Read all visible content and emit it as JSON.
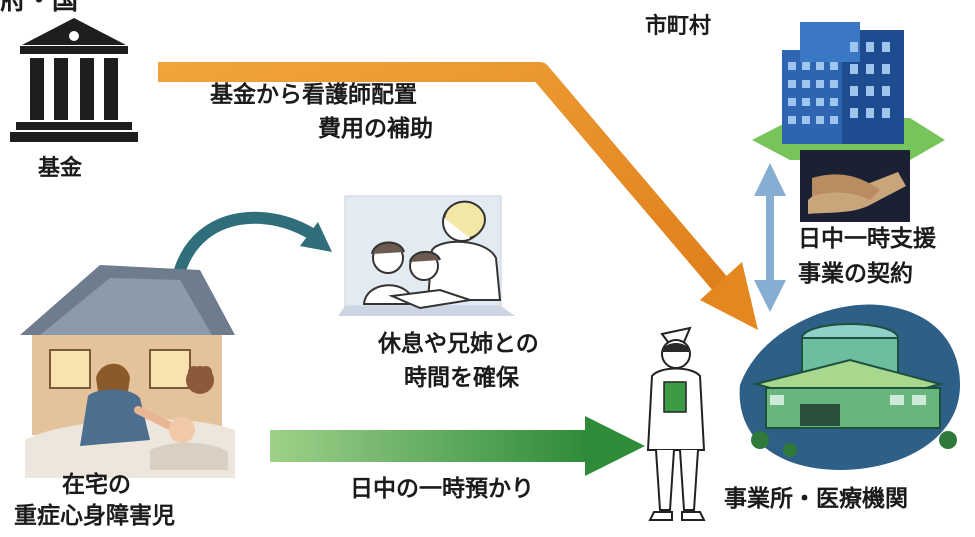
{
  "header": {
    "corner_text": "府・国"
  },
  "labels": {
    "municipality": "市町村",
    "fund_name": "基金",
    "subsidy_line1": "基金から看護師配置",
    "subsidy_line2": "費用の補助",
    "contract_line1": "日中一時支援",
    "contract_line2": "事業の契約",
    "respite_line1": "休息や兄姉との",
    "respite_line2": "時間を確保",
    "child_line1": "在宅の",
    "child_line2": "重症心身障害児",
    "daycare": "日中の一時預かり",
    "facility": "事業所・医療機関"
  },
  "colors": {
    "orange_arrow": "#E8962E",
    "green_arrow": "#3E9B45",
    "blue_arrow": "#7BA4CC",
    "teal_arc": "#2F6E7A"
  },
  "icons": [
    "government-building-icon",
    "office-tower-icon",
    "handshake-icon",
    "family-reading-icon",
    "house-caregiver-icon",
    "nurse-icon",
    "hospital-icon"
  ]
}
